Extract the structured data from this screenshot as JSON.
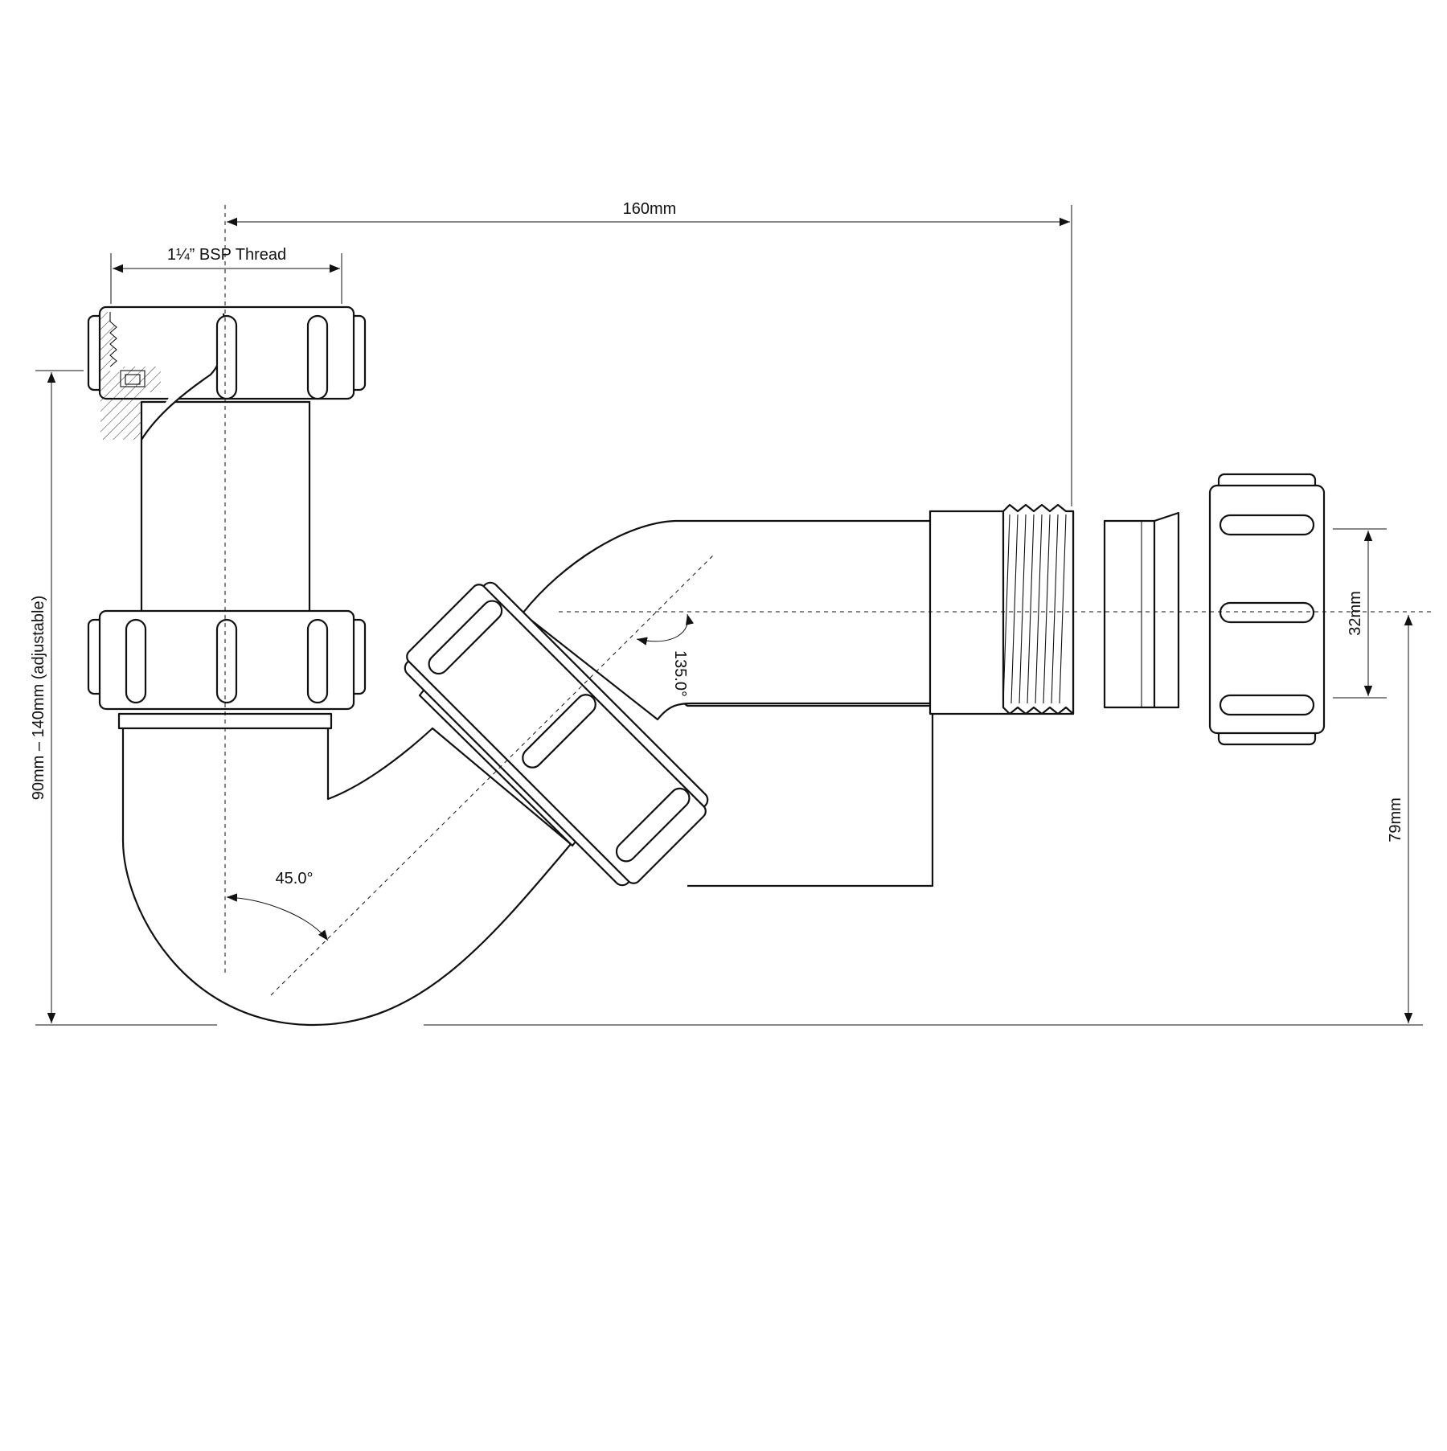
{
  "colors": {
    "line": "#111111",
    "background": "#ffffff",
    "hatch": "#333333"
  },
  "dimensions": {
    "thread": {
      "label": "1¼” BSP Thread"
    },
    "length": {
      "label": "160mm"
    },
    "height": {
      "label": "90mm – 140mm (adjustable)"
    },
    "outlet_diameter": {
      "label": "32mm"
    },
    "outlet_height": {
      "label": "79mm"
    }
  },
  "angles": {
    "lower": {
      "label": "45.0°"
    },
    "upper": {
      "label": "135.0°"
    }
  }
}
